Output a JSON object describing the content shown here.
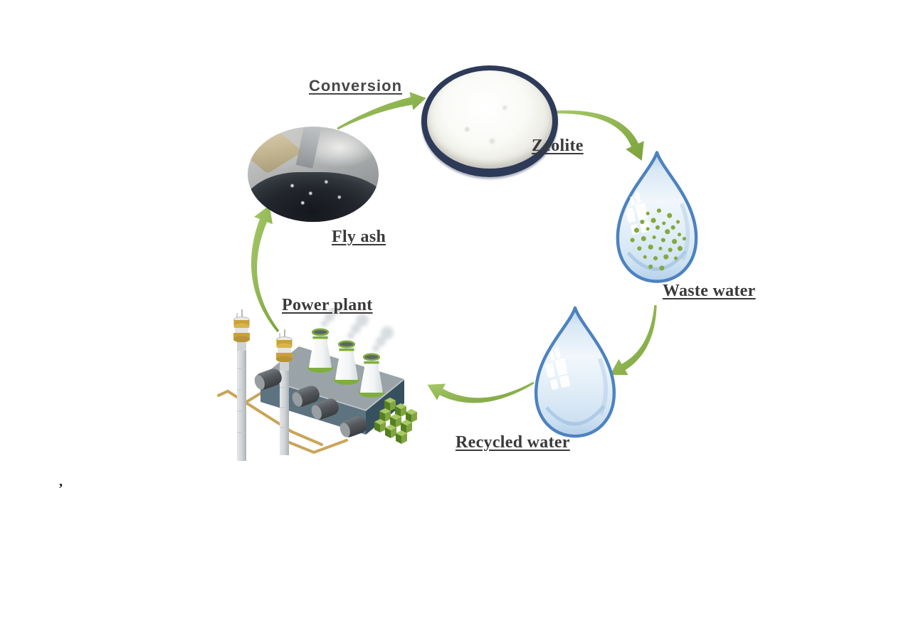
{
  "diagram": {
    "background": "#ffffff",
    "stray_mark": ",",
    "labels": {
      "conversion": "Conversion",
      "zeolite": "Zeolite",
      "fly_ash": "Fly ash",
      "waste_water": "Waste water",
      "recycled_water": "Recycled water",
      "power_plant": "Power plant"
    },
    "cycle_steps": [
      {
        "from": "Power plant",
        "to": "Fly ash"
      },
      {
        "from": "Fly ash",
        "to": "Zeolite",
        "label": "Conversion"
      },
      {
        "from": "Zeolite",
        "to": "Waste water"
      },
      {
        "from": "Waste water",
        "to": "Recycled water"
      },
      {
        "from": "Recycled water",
        "to": "Power plant"
      }
    ],
    "colors": {
      "arrow_green": "#8cb248",
      "arrow_green_light": "#a6c96a",
      "arrow_green_dark": "#7aa23a",
      "droplet_outline": "#4d82c0",
      "particle_green": "#82a93e",
      "zeolite_plate": "#2d3a58",
      "label_text": "#3a3a3a"
    },
    "waste_water_particles": 30
  }
}
